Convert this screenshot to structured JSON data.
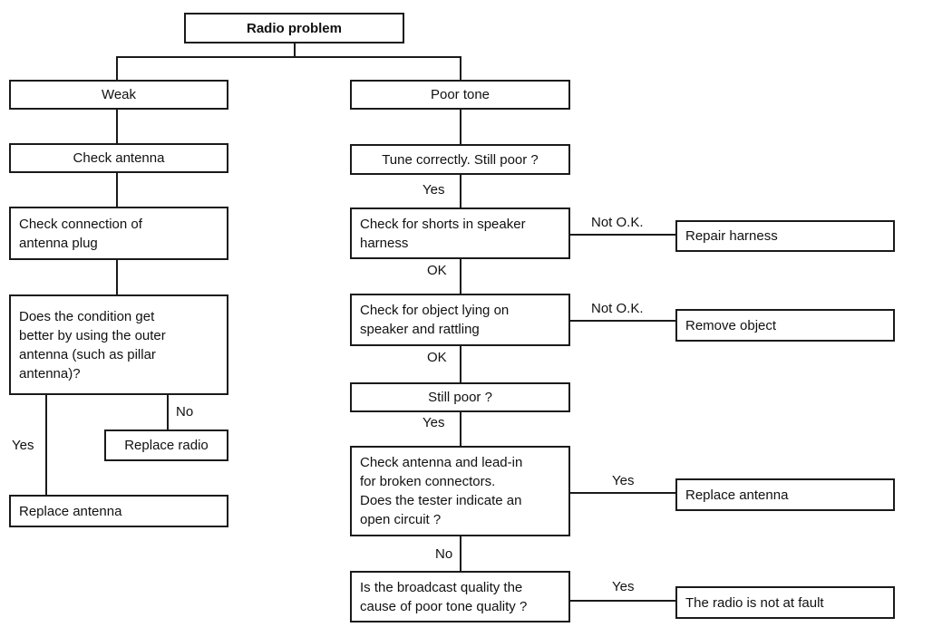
{
  "diagram": {
    "title": "Radio problem",
    "background_color": "#ffffff",
    "line_color": "#1a1a1a",
    "text_color": "#111111",
    "type": "troubleshooting-flowchart"
  },
  "nodes": {
    "radio_problem": "Radio problem",
    "weak": "Weak",
    "check_antenna": "Check antenna",
    "check_connection": "Check connection of\nantenna plug",
    "does_condition": "Does the condition get\nbetter by using the outer\nantenna (such as pillar\nantenna)?",
    "replace_radio": "Replace radio",
    "replace_antenna_left": "Replace antenna",
    "poor_tone": "Poor tone",
    "tune_correctly": "Tune correctly. Still poor ?",
    "check_shorts": "Check for shorts in speaker\nharness",
    "repair_harness": "Repair harness",
    "check_object": "Check for object lying on\nspeaker and rattling",
    "remove_object": "Remove object",
    "still_poor": "Still poor ?",
    "check_lead_in": "Check antenna and lead-in\nfor broken connectors.\nDoes the tester indicate an\nopen circuit ?",
    "replace_antenna_right": "Replace antenna",
    "is_broadcast": "Is the broadcast quality the\ncause of poor tone quality ?",
    "radio_not_fault": "The radio is not at fault"
  },
  "edge_labels": {
    "does_yes": "Yes",
    "does_no": "No",
    "tune_yes": "Yes",
    "shorts_ok": "OK",
    "shorts_not_ok": "Not O.K.",
    "object_ok": "OK",
    "object_not_ok": "Not O.K.",
    "still_yes": "Yes",
    "lead_in_yes": "Yes",
    "lead_in_no": "No",
    "broadcast_yes": "Yes"
  }
}
